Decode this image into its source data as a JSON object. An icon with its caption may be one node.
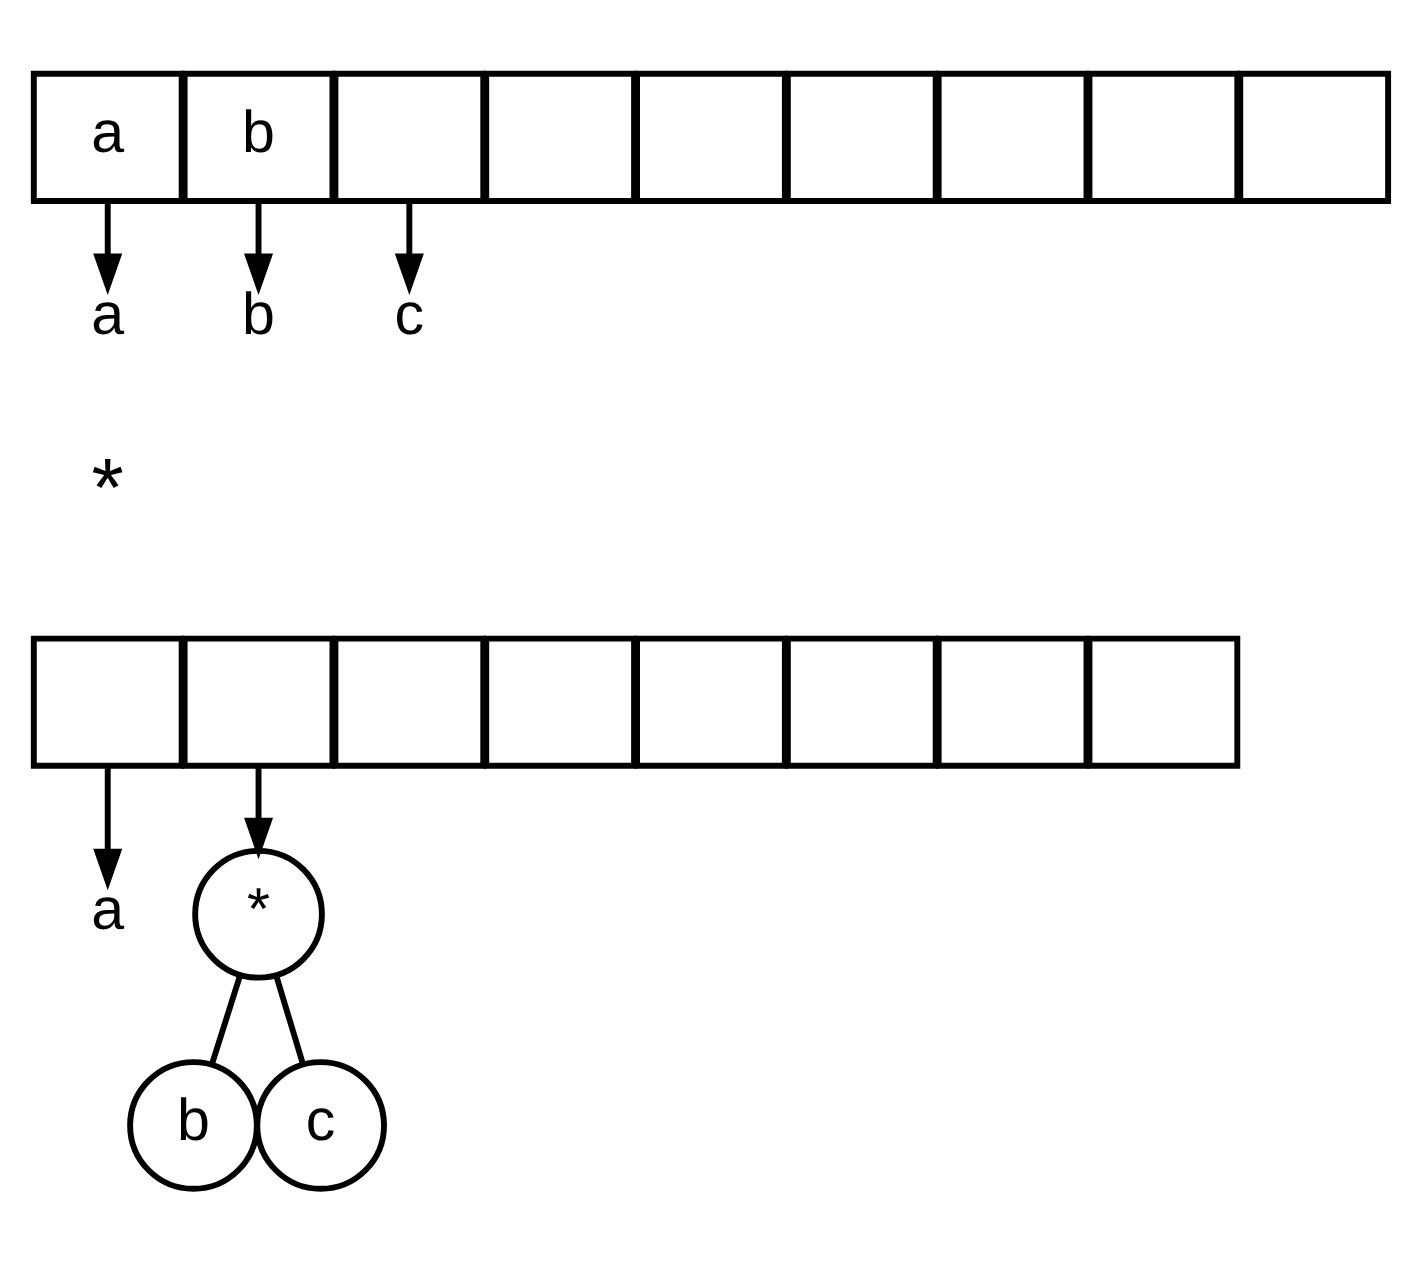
{
  "diagram": {
    "nodes": [
      {
        "text": [
          "a"
        ]
      },
      {
        "text": [
          "b"
        ]
      },
      {
        "text": [],
        "shape": "box"
      },
      {
        "text": [],
        "shape": "box"
      },
      {
        "text": [],
        "shape": "box"
      },
      {
        "text": [],
        "shape": "box"
      },
      {
        "text": [],
        "shape": "box"
      },
      {
        "text": [],
        "shape": "box"
      },
      {
        "text": [],
        "shape": "box"
      },
      {
        "text": [
          "a"
        ]
      },
      {
        "text": [
          "b"
        ]
      },
      {
        "text": [
          "c"
        ]
      },
      {
        "text": [],
        "shape": "box"
      },
      {
        "text": [],
        "shape": "box"
      },
      {
        "text": [],
        "shape": "box"
      },
      {
        "text": [],
        "shape": "box"
      },
      {
        "text": [],
        "shape": "box"
      },
      {
        "text": [],
        "shape": "box"
      },
      {
        "text": [],
        "shape": "box"
      },
      {
        "text": [],
        "shape": "box"
      },
      {
        "text": [
          "a"
        ]
      },
      {
        "text": [
          "*"
        ]
      },
      {
        "text": [
          "b"
        ]
      },
      {
        "text": [
          "c"
        ]
      }
    ],
    "edges": [
      {
        "from": 0,
        "to": 9,
        "arrow": "to"
      },
      {
        "from": 1,
        "to": 10,
        "arrow": "to"
      },
      {
        "from": 2,
        "to": 11,
        "arrow": "to"
      },
      {
        "from": 12,
        "to": 20,
        "arrow": "to"
      },
      {
        "from": 13,
        "to": 21,
        "arrow": "to"
      },
      {
        "from": 21,
        "to": 22,
        "arrow": "none"
      },
      {
        "from": 21,
        "to": 23,
        "arrow": "none"
      }
    ],
    "labels": [
      "*"
    ]
  }
}
